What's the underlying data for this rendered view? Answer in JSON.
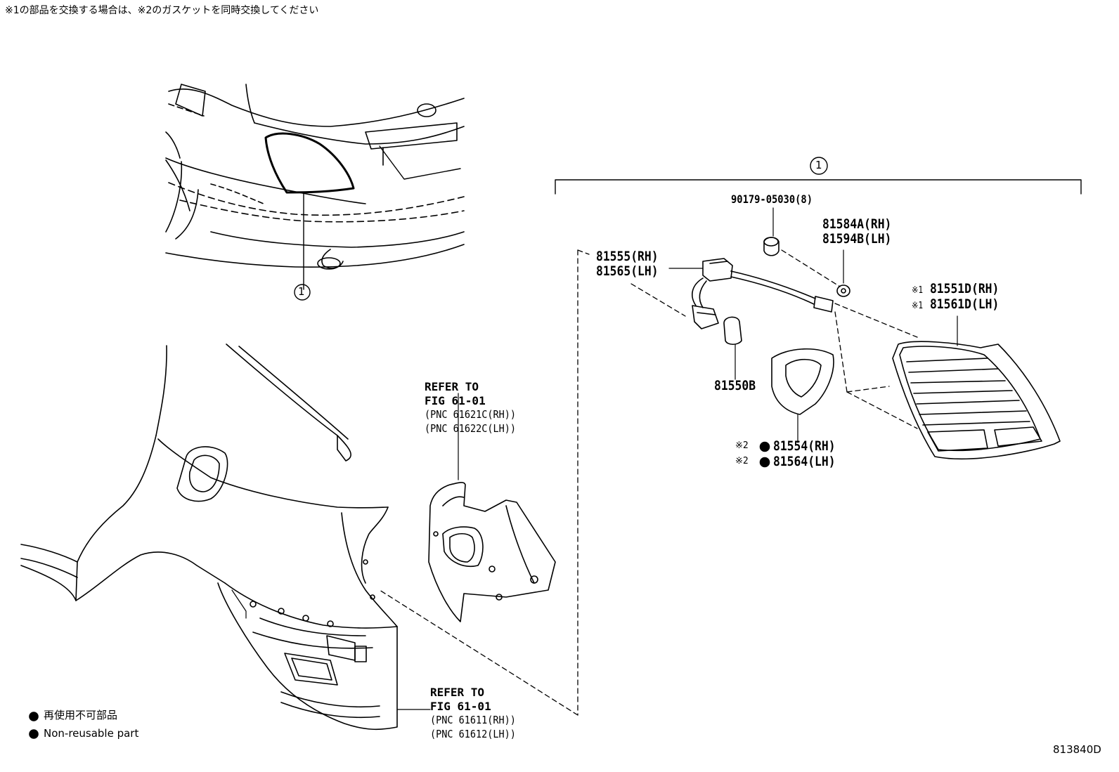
{
  "note": "※1の部品を交換する場合は、※2のガスケットを同時交換してください",
  "callout_number": "1",
  "refer_upper": {
    "line1": "REFER TO",
    "line2": "FIG 61-01",
    "line3": "(PNC 61621C(RH))",
    "line4": "(PNC 61622C(LH))"
  },
  "refer_lower": {
    "line1": "REFER TO",
    "line2": "FIG 61-01",
    "line3": "(PNC 61611(RH))",
    "line4": "(PNC 61612(LH))"
  },
  "parts": {
    "nut": "90179-05030(8)",
    "grommet_rh": "81584A(RH)",
    "grommet_lh": "81594B(LH)",
    "socket_rh": "81555(RH)",
    "socket_lh": "81565(LH)",
    "lamp_mark": "※1",
    "lamp_rh": "81551D(RH)",
    "lamp_lh": "81561D(LH)",
    "bulb": "81550B",
    "gasket_mark": "※2",
    "gasket_rh": "81554(RH)",
    "gasket_lh": "81564(LH)"
  },
  "legend": {
    "jp": "再使用不可部品",
    "en": "Non-reusable part"
  },
  "figure_id": "813840D"
}
